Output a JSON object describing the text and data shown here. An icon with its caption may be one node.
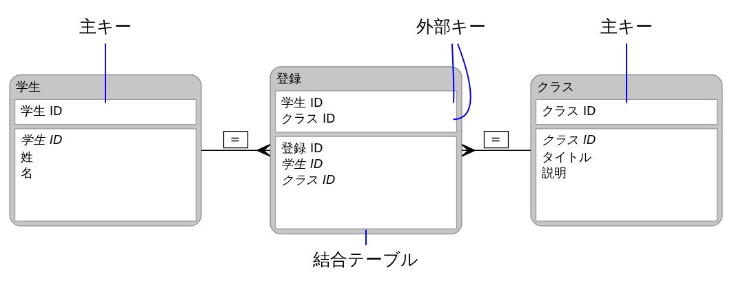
{
  "diagram": {
    "nodes": [
      {
        "text": [
          "主キー"
        ]
      },
      {
        "text": [
          "外部キー"
        ]
      },
      {
        "text": [
          "主キー"
        ]
      },
      {
        "text": [
          "学生",
          "学生 ID",
          "学生 ID",
          "姓",
          "名"
        ]
      },
      {
        "text": [
          "登録",
          "学生 ID",
          "クラス ID",
          "登録 ID",
          "学生 ID",
          "クラス ID"
        ]
      },
      {
        "text": [
          "クラス",
          "クラス ID",
          "クラス ID",
          "タイトル",
          "説明"
        ]
      },
      {
        "text": [
          "結合テーブル"
        ]
      }
    ],
    "edges": [
      {
        "from": 0,
        "to": 3,
        "arrow": "none"
      },
      {
        "from": 3,
        "to": 4,
        "arrow": "other",
        "label": "=",
        "color": "#000000"
      },
      {
        "from": 1,
        "to": 4,
        "arrow": "none"
      },
      {
        "from": 1,
        "to": 4,
        "arrow": "none"
      },
      {
        "from": 4,
        "to": 5,
        "arrow": "other",
        "label": "=",
        "color": "#000000"
      },
      {
        "from": 2,
        "to": 5,
        "arrow": "none"
      },
      {
        "from": 6,
        "to": 4,
        "arrow": "none"
      }
    ]
  }
}
